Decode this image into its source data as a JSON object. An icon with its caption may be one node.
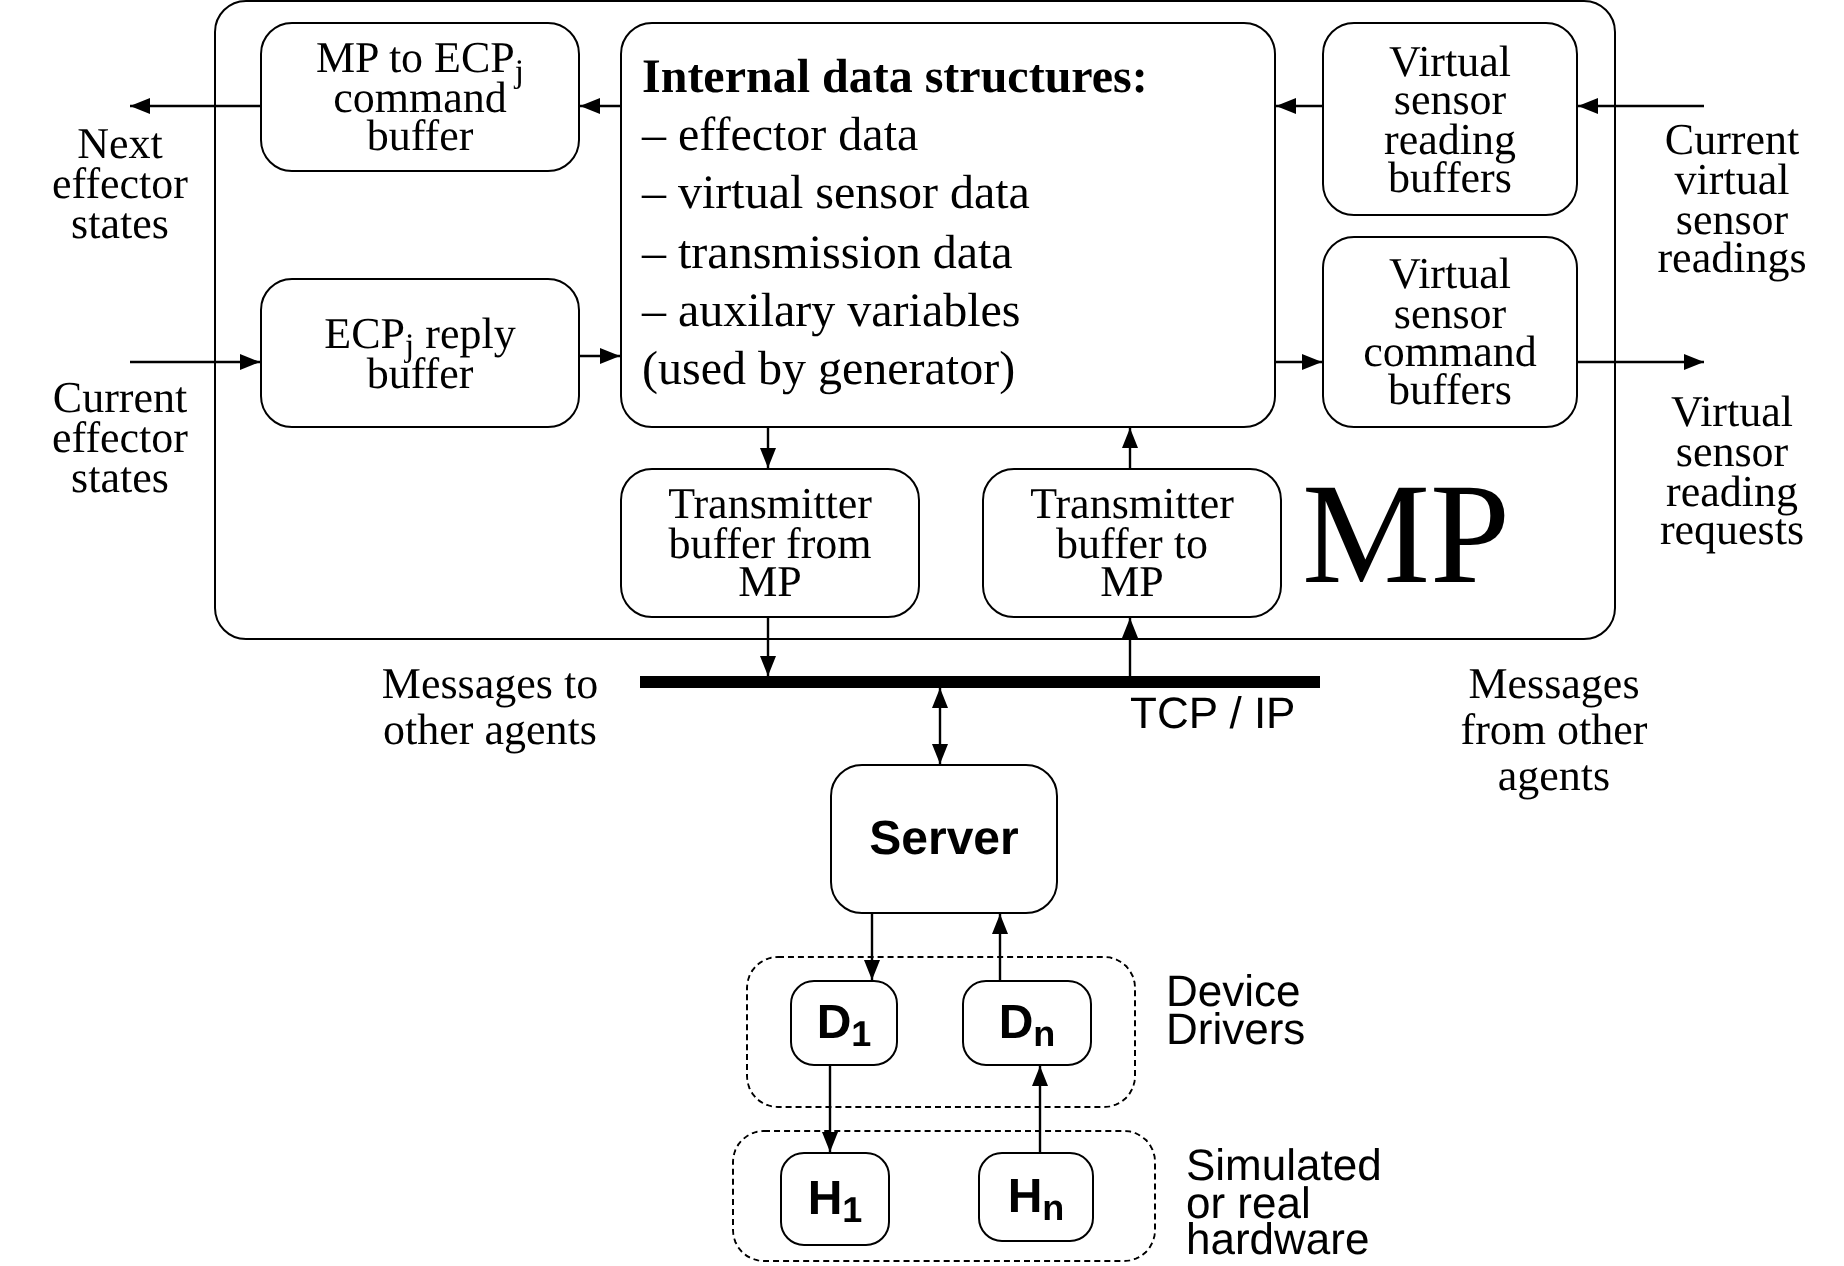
{
  "diagram": {
    "nodes": [
      {
        "text": [
          "MP"
        ]
      },
      {
        "text": [
          "MP to ECP$_{j}$ command buffer"
        ],
        "in": 0
      },
      {
        "text": [
          "Internal data structures:",
          "– effector data",
          "– virtual sensor data",
          "– transmission data",
          "– auxilary variables",
          "(used by generator)"
        ],
        "in": 0
      },
      {
        "text": [
          "Virtual sensor reading buffers"
        ],
        "in": 0
      },
      {
        "text": [
          "ECP$_{j}$ reply buffer"
        ],
        "in": 0
      },
      {
        "text": [
          "Virtual sensor command buffers"
        ],
        "in": 0
      },
      {
        "text": [
          "Transmitter buffer from MP"
        ],
        "in": 0
      },
      {
        "text": [
          "Transmitter buffer to MP"
        ],
        "in": 0
      },
      {
        "text": [],
        "shape": "bar",
        "beside": [
          "TCP / IP"
        ]
      },
      {
        "text": [
          "Server"
        ]
      },
      {
        "text": [
          "Device Drivers"
        ]
      },
      {
        "text": [
          "D$_{1}$"
        ],
        "in": 10
      },
      {
        "text": [
          "D$_{n}$"
        ],
        "in": 10
      },
      {
        "text": [
          "Simulated or real hardware"
        ]
      },
      {
        "text": [
          "H$_{1}$"
        ],
        "in": 13
      },
      {
        "text": [
          "H$_{n}$"
        ],
        "in": 13
      },
      {
        "text": [
          "Next effector states"
        ]
      },
      {
        "text": [
          "Current effector states"
        ]
      },
      {
        "text": [
          "Current virtual sensor readings"
        ]
      },
      {
        "text": [
          "Virtual sensor reading requests"
        ]
      }
    ],
    "edges": [
      {
        "from": 2,
        "to": 1,
        "arrow": "to"
      },
      {
        "from": 1,
        "to": 16,
        "arrow": "to"
      },
      {
        "from": 17,
        "to": 4,
        "arrow": "to"
      },
      {
        "from": 4,
        "to": 2,
        "arrow": "to"
      },
      {
        "from": 3,
        "to": 2,
        "arrow": "to"
      },
      {
        "from": 18,
        "to": 3,
        "arrow": "to"
      },
      {
        "from": 2,
        "to": 5,
        "arrow": "to"
      },
      {
        "from": 5,
        "to": 19,
        "arrow": "to"
      },
      {
        "from": 2,
        "to": 6,
        "arrow": "to"
      },
      {
        "from": 7,
        "to": 2,
        "arrow": "to"
      },
      {
        "from": 6,
        "to": 8,
        "arrow": "to"
      },
      {
        "from": 8,
        "to": 7,
        "arrow": "to"
      },
      {
        "from": 8,
        "to": 9,
        "arrow": "both"
      },
      {
        "from": 9,
        "to": 11,
        "arrow": "to"
      },
      {
        "from": 12,
        "to": 9,
        "arrow": "to"
      },
      {
        "from": 11,
        "to": 14,
        "arrow": "to"
      },
      {
        "from": 15,
        "to": 12,
        "arrow": "to"
      }
    ],
    "labels": [
      "Messages to other agents",
      "Messages from other agents"
    ]
  }
}
